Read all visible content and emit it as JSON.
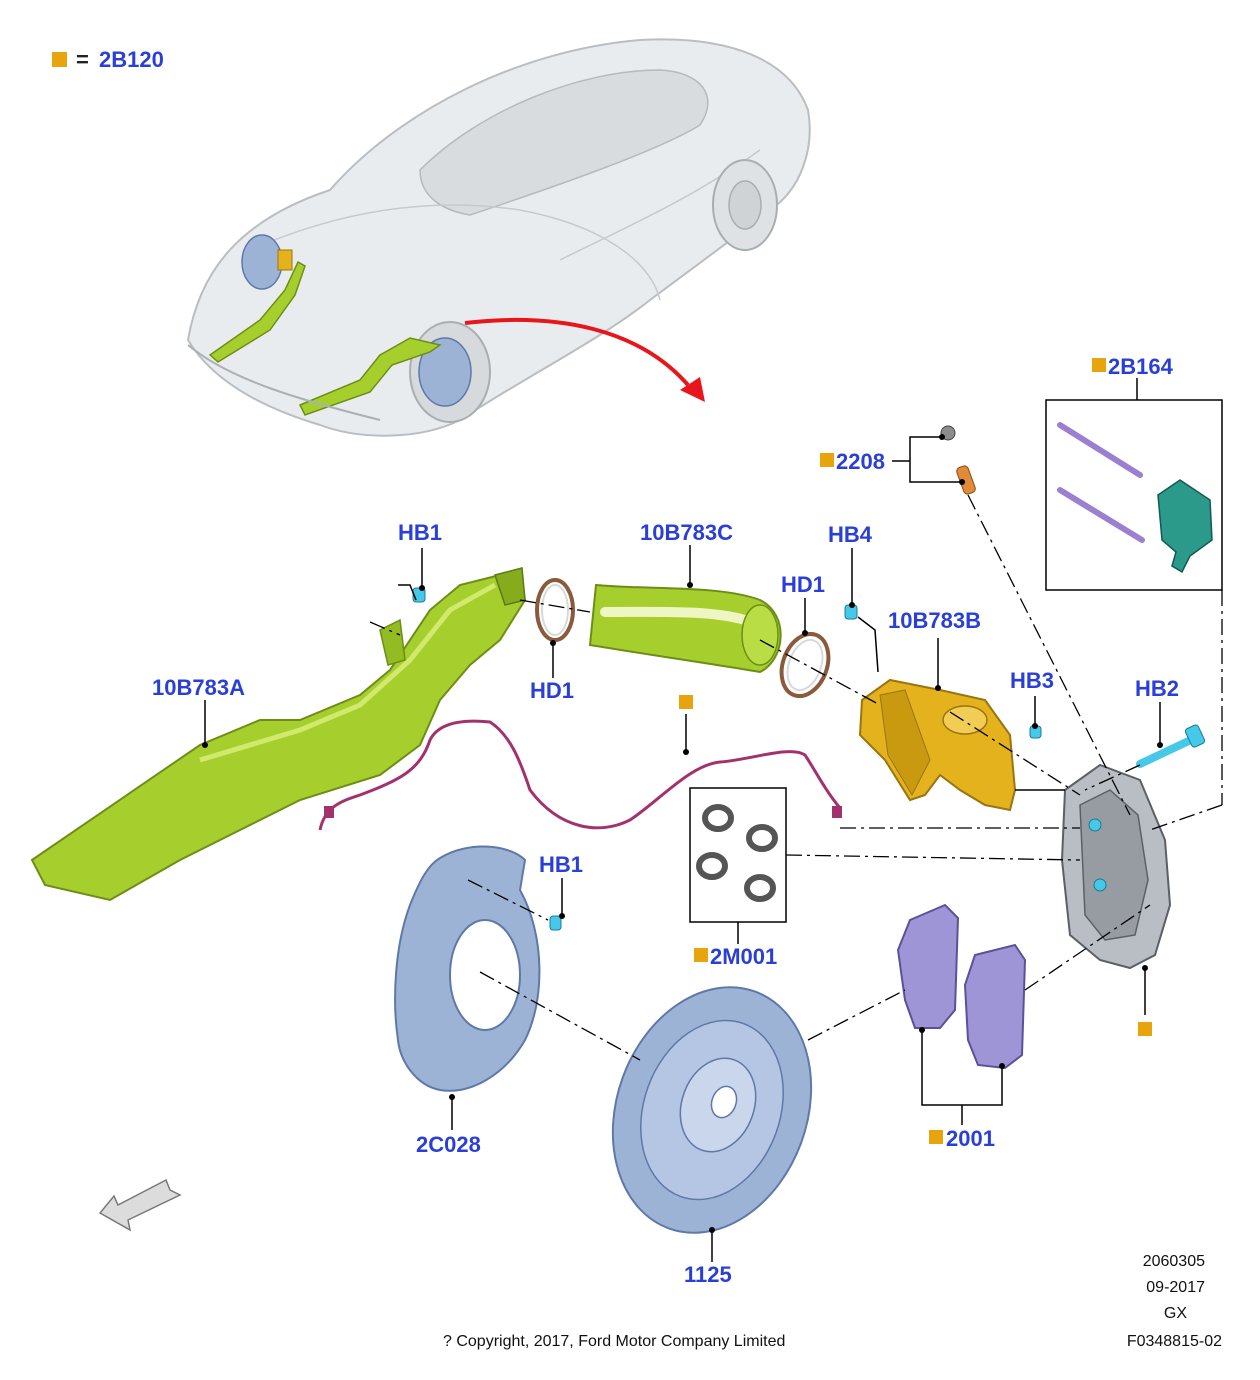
{
  "legend": {
    "marker_color": "#e8a40c",
    "equals": "=",
    "code": "2B120"
  },
  "callouts": {
    "kit_2B164": "2B164",
    "sensor_2208": "2208",
    "duct_b": "10B783B",
    "duct_c": "10B783C",
    "duct_a": "10B783A",
    "bolt_hb1_top": "HB1",
    "bolt_hb1_mid": "HB1",
    "bolt_hb2": "HB2",
    "bolt_hb3": "HB3",
    "bolt_hb4": "HB4",
    "clamp_hd1_left": "HD1",
    "clamp_hd1_right": "HD1",
    "seals_2M001": "2M001",
    "shield_2C028": "2C028",
    "rotor_1125": "1125",
    "pads_2001": "2001"
  },
  "colors": {
    "callout": "#2a3fd8",
    "duct_green": "#a6cf2e",
    "caliper_gold": "#e4b21c",
    "rotor_blue": "#9db3d6",
    "pad_purple": "#9d95d6",
    "wire": "#a2326e",
    "arrow_red": "#e8161a"
  },
  "footer": {
    "doc_number": "2060305",
    "date": "09-2017",
    "variant": "GX",
    "figure_id": "F0348815-02",
    "copyright": "? Copyright, 2017, Ford Motor Company Limited"
  }
}
